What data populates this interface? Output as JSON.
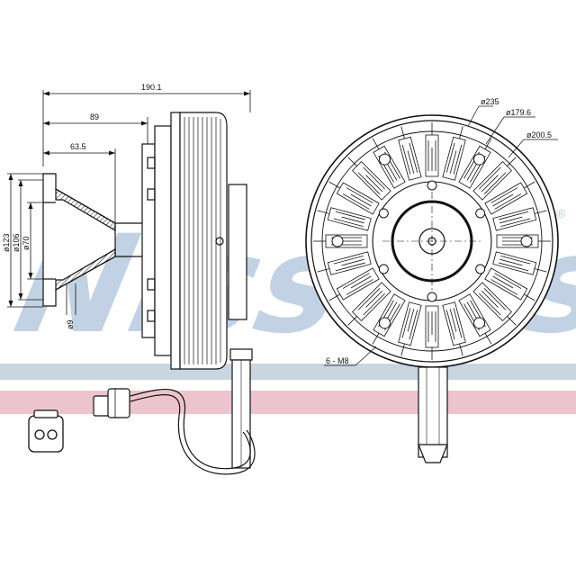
{
  "watermark": {
    "text": "Nissens",
    "registered": "®",
    "band_blue": "#c9d6e2",
    "band_pink": "#edc4cd",
    "text_color": "#b8cbe0"
  },
  "side_view": {
    "dims": {
      "overall_length": "190.1",
      "middle_length": "89",
      "short_length": "63.5",
      "dia_outer": "ø123",
      "dia_mid": "ø106",
      "dia_inner": "ø70",
      "small": "ø9"
    }
  },
  "front_view": {
    "dims": {
      "dia_235": "ø235",
      "dia_179": "ø179.6",
      "dia_200": "ø200.5",
      "thread": "6 - M8"
    }
  },
  "colors": {
    "line": "#111111",
    "hatch": "#111111"
  }
}
